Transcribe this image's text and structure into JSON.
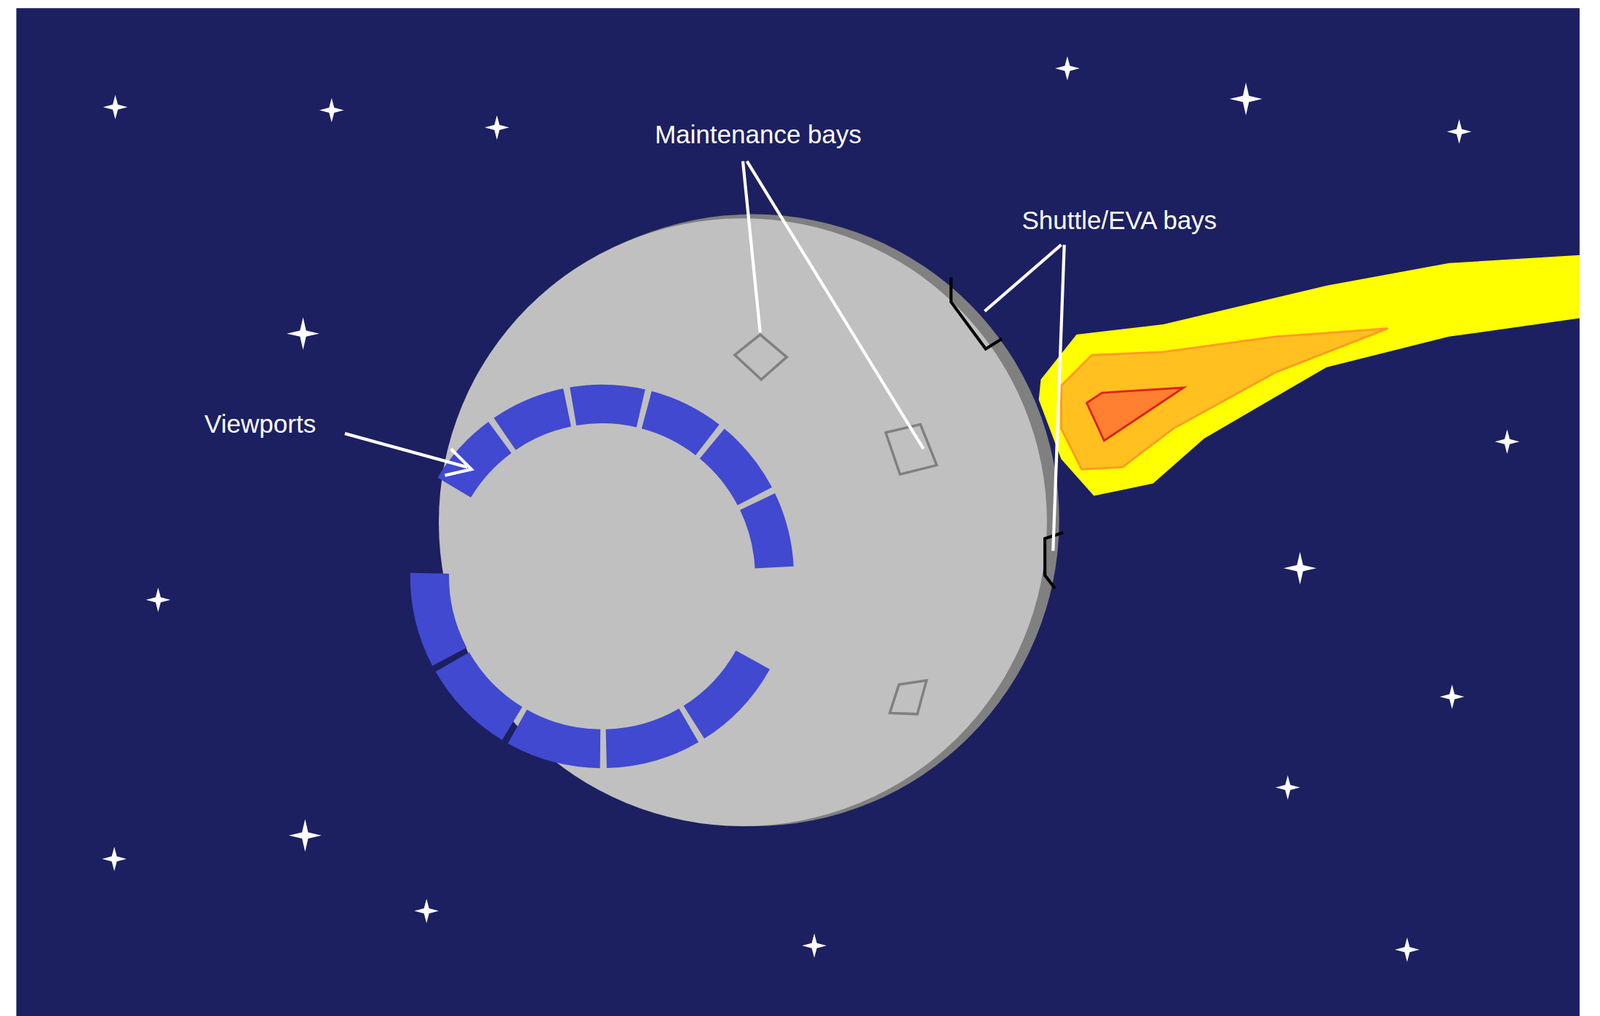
{
  "diagram": {
    "labels": [
      "Maintenance bays",
      "Shuttle/EVA bays",
      "Viewports"
    ]
  }
}
